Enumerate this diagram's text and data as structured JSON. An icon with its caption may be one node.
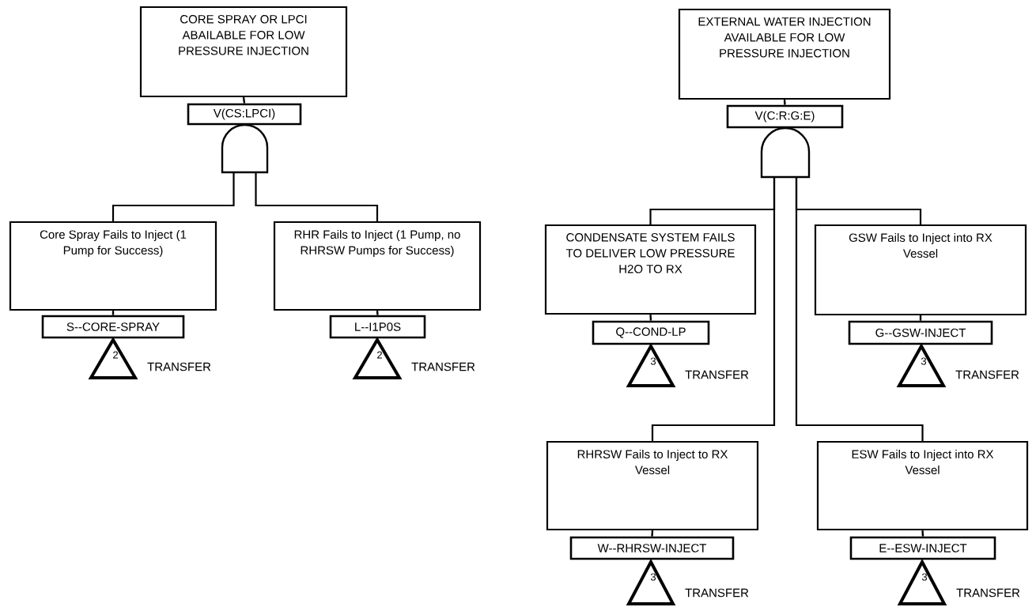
{
  "diagram": {
    "nodes": [
      {
        "text": [
          "CORE SPRAY OR LPCI ABAILABLE FOR LOW PRESSURE INJECTION"
        ]
      },
      {
        "text": [
          "V(CS:LPCI)"
        ]
      },
      {
        "text": [],
        "shape": "gate"
      },
      {
        "text": [
          "Core Spray Fails to Inject (1 Pump for Success)"
        ]
      },
      {
        "text": [
          "S--CORE-SPRAY"
        ]
      },
      {
        "text": [
          "2"
        ],
        "beside": [
          "TRANSFER"
        ]
      },
      {
        "text": [
          "RHR Fails to Inject (1 Pump, no RHRSW Pumps for Success)"
        ]
      },
      {
        "text": [
          "L--I1P0S"
        ]
      },
      {
        "text": [
          "2"
        ],
        "beside": [
          "TRANSFER"
        ]
      },
      {
        "text": [
          "EXTERNAL WATER INJECTION AVAILABLE FOR LOW PRESSURE INJECTION"
        ]
      },
      {
        "text": [
          "V(C:R:G:E)"
        ]
      },
      {
        "text": [],
        "shape": "gate"
      },
      {
        "text": [
          "CONDENSATE SYSTEM FAILS TO DELIVER LOW PRESSURE H2O TO RX"
        ]
      },
      {
        "text": [
          "Q--COND-LP"
        ]
      },
      {
        "text": [
          "3"
        ],
        "beside": [
          "TRANSFER"
        ]
      },
      {
        "text": [
          "GSW Fails to Inject into RX Vessel"
        ]
      },
      {
        "text": [
          "G--GSW-INJECT"
        ]
      },
      {
        "text": [
          "3"
        ],
        "beside": [
          "TRANSFER"
        ]
      },
      {
        "text": [
          "RHRSW Fails to Inject to RX Vessel"
        ]
      },
      {
        "text": [
          "W--RHRSW-INJECT"
        ]
      },
      {
        "text": [
          "3"
        ],
        "beside": [
          "TRANSFER"
        ]
      },
      {
        "text": [
          "ESW Fails to Inject into RX Vessel"
        ]
      },
      {
        "text": [
          "E--ESW-INJECT"
        ]
      },
      {
        "text": [
          "3"
        ],
        "beside": [
          "TRANSFER"
        ]
      }
    ],
    "edges": [
      {
        "from": 0,
        "to": 1,
        "arrow": "none"
      },
      {
        "from": 2,
        "to": 3,
        "arrow": "none"
      },
      {
        "from": 2,
        "to": 6,
        "arrow": "none"
      },
      {
        "from": 3,
        "to": 4,
        "arrow": "none"
      },
      {
        "from": 6,
        "to": 7,
        "arrow": "none"
      },
      {
        "from": 9,
        "to": 10,
        "arrow": "none"
      },
      {
        "from": 11,
        "to": 12,
        "arrow": "none"
      },
      {
        "from": 11,
        "to": 15,
        "arrow": "none"
      },
      {
        "from": 11,
        "to": 18,
        "arrow": "none"
      },
      {
        "from": 11,
        "to": 21,
        "arrow": "none"
      },
      {
        "from": 12,
        "to": 13,
        "arrow": "none"
      },
      {
        "from": 15,
        "to": 16,
        "arrow": "none"
      },
      {
        "from": 18,
        "to": 19,
        "arrow": "none"
      },
      {
        "from": 21,
        "to": 22,
        "arrow": "none"
      }
    ]
  }
}
